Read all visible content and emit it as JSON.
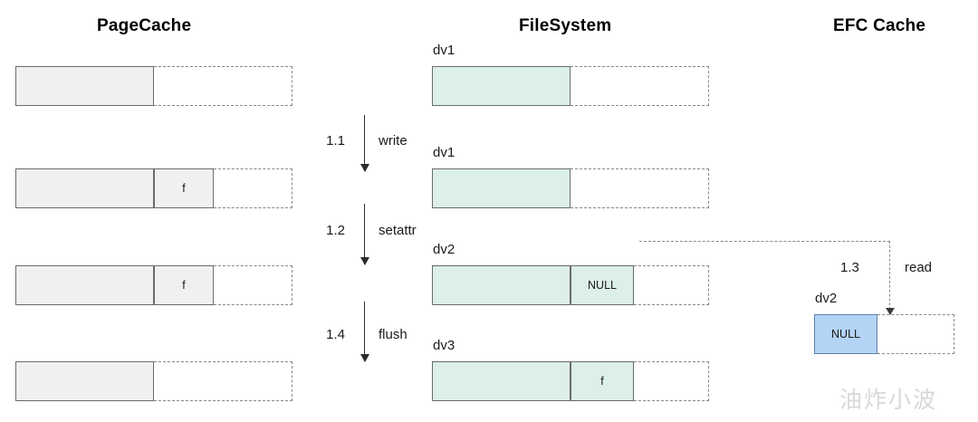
{
  "columns": [
    {
      "id": "pagecache",
      "title": "PageCache"
    },
    {
      "id": "filesystem",
      "title": "FileSystem"
    },
    {
      "id": "efccache",
      "title": "EFC Cache"
    }
  ],
  "pagecache_rows": [
    {
      "label": "",
      "cell_text": "",
      "has_cell": false
    },
    {
      "label": "",
      "cell_text": "f",
      "has_cell": true
    },
    {
      "label": "",
      "cell_text": "f",
      "has_cell": true
    },
    {
      "label": "",
      "cell_text": "",
      "has_cell": false
    }
  ],
  "filesystem_rows": [
    {
      "label": "dv1",
      "cell_text": "",
      "has_cell": false
    },
    {
      "label": "dv1",
      "cell_text": "",
      "has_cell": false
    },
    {
      "label": "dv2",
      "cell_text": "NULL",
      "has_cell": true
    },
    {
      "label": "dv3",
      "cell_text": "f",
      "has_cell": true
    }
  ],
  "efc_cache": {
    "label": "dv2",
    "cell_text": "NULL"
  },
  "steps": [
    {
      "num": "1.1",
      "op": "write"
    },
    {
      "num": "1.2",
      "op": "setattr"
    },
    {
      "num": "1.4",
      "op": "flush"
    }
  ],
  "connector": {
    "num": "1.3",
    "op": "read"
  },
  "watermark": "油炸小波",
  "colors": {
    "pagecache_fill": "#f0f0f0",
    "filesystem_fill": "#dcefe9",
    "efc_fill": "#b3d4f5",
    "box_stroke": "#6b6b6b",
    "efc_stroke": "#5a7fa8",
    "dashed_stroke": "#888888",
    "arrow": "#2b2b2b",
    "text": "#1a1a1a",
    "background": "#ffffff"
  }
}
